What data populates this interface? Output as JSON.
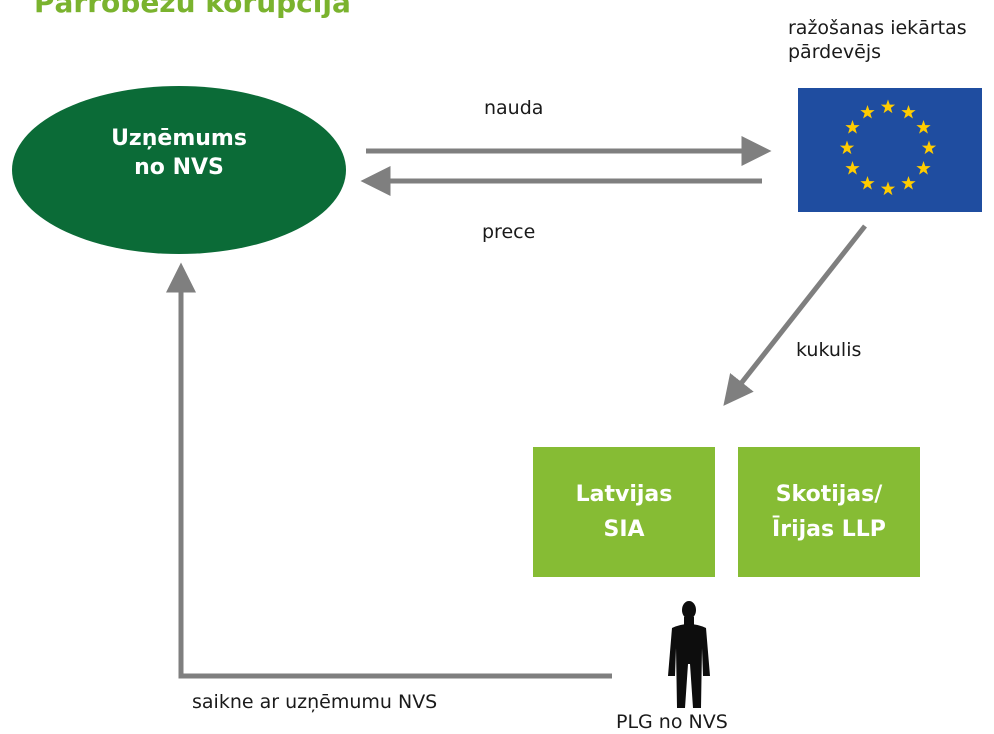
{
  "title": "Pārrobežu korupcija",
  "seller_label": [
    "ražošanas iekārtas",
    "pārdevējs"
  ],
  "company": [
    "Uzņēmums",
    "no NVS"
  ],
  "arrows": {
    "money": "nauda",
    "goods": "prece",
    "bribe": "kukulis",
    "link": "saikne ar uzņēmumu NVS"
  },
  "boxes": [
    {
      "lines": [
        "Latvijas",
        "SIA"
      ]
    },
    {
      "lines": [
        "Skotijas/",
        "Īrijas LLP"
      ]
    }
  ],
  "person_label": "PLG no NVS",
  "colors": {
    "title_green": "#7ab32e",
    "ellipse_green": "#0b6b37",
    "box_green": "#86bc34",
    "arrow_gray": "#7f7f7f",
    "eu_blue": "#1f4da0",
    "eu_star": "#ffcc00"
  },
  "icons": [
    "eu-flag-icon",
    "person-silhouette-icon"
  ]
}
